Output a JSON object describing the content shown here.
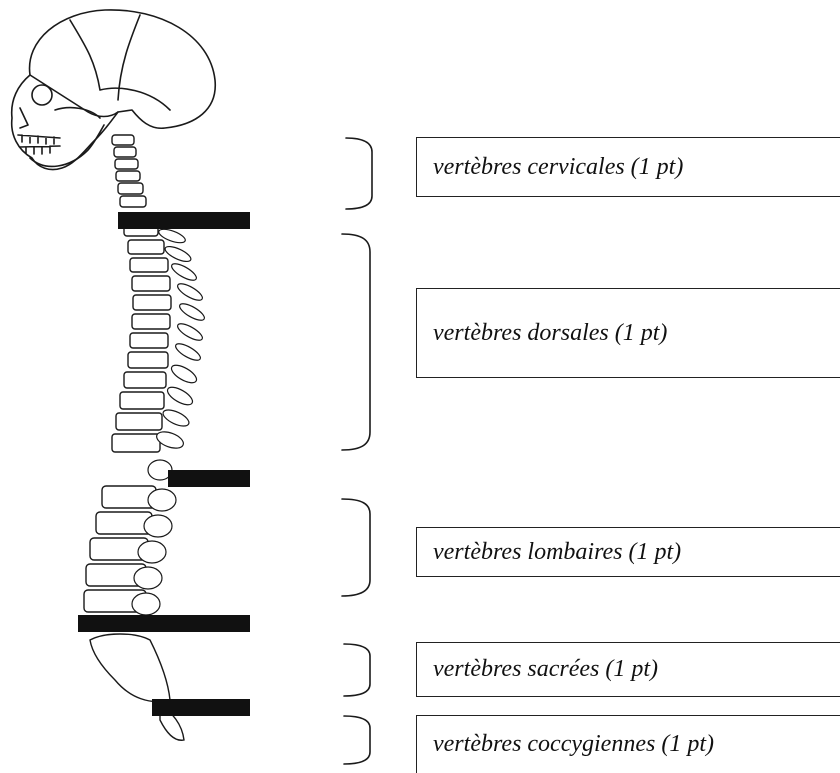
{
  "diagram": {
    "labels": {
      "cervicales": "vertèbres cervicales (1 pt)",
      "dorsales": "vertèbres dorsales (1 pt)",
      "lombaires": "vertèbres lombaires (1 pt)",
      "sacrees": "vertèbres sacrées (1 pt)",
      "coccygiennes": "vertèbres coccygiennes (1 pt)"
    },
    "colors": {
      "ink": "#111111",
      "background": "#ffffff"
    }
  }
}
